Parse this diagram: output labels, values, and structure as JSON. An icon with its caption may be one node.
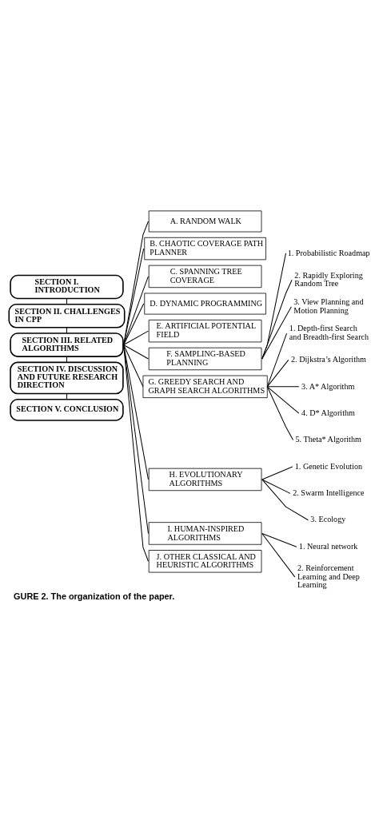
{
  "diagram": {
    "caption": "GURE 2. The organization of the paper.",
    "nodes": [
      {
        "text": [
          "SECTION I. INTRODUCTION"
        ]
      },
      {
        "text": [
          "SECTION II. CHALLENGES IN CPP"
        ]
      },
      {
        "text": [
          "SECTION III. RELATED ALGORITHMS"
        ]
      },
      {
        "text": [
          "A. RANDOM WALK"
        ]
      },
      {
        "text": [
          "B. CHAOTIC COVERAGE PATH PLANNER"
        ]
      },
      {
        "text": [
          "C. SPANNING TREE COVERAGE"
        ]
      },
      {
        "text": [
          "D. DYNAMIC PROGRAMMING"
        ]
      },
      {
        "text": [
          "E. ARTIFICIAL POTENTIAL FIELD"
        ]
      },
      {
        "text": [
          "F. SAMPLING-BASED PLANNING"
        ]
      },
      {
        "text": [
          "1. Probabilistic Roadmap"
        ]
      },
      {
        "text": [
          "2. Rapidly Exploring Random Tree"
        ]
      },
      {
        "text": [
          "3. View Planning and Motion Planning"
        ]
      },
      {
        "text": [
          "G. GREEDY SEARCH AND GRAPH SEARCH ALGORITHMS"
        ]
      },
      {
        "text": [
          "1. Depth-first Search and Breadth-first Search"
        ]
      },
      {
        "text": [
          "2. Dijkstra’s Algorithm"
        ]
      },
      {
        "text": [
          "3. A* Algorithm"
        ]
      },
      {
        "text": [
          "4. D* Algorithm"
        ]
      },
      {
        "text": [
          "5. Theta* Algorithm"
        ]
      },
      {
        "text": [
          "H. EVOLUTIONARY ALGORITHMS"
        ]
      },
      {
        "text": [
          "1. Genetic Evolution"
        ]
      },
      {
        "text": [
          "2. Swarm Intelligence"
        ]
      },
      {
        "text": [
          "3. Ecology"
        ]
      },
      {
        "text": [
          "I. HUMAN-INSPIRED ALGORITHMS"
        ]
      },
      {
        "text": [
          "1. Neural network"
        ]
      },
      {
        "text": [
          "2. Reinforcement Learning and Deep Learning"
        ]
      },
      {
        "text": [
          "J. OTHER CLASSICAL AND HEURISTIC ALGORITHMS"
        ]
      },
      {
        "text": [
          "SECTION IV. DISCUSSION AND FUTURE RESEARCH DIRECTION"
        ]
      },
      {
        "text": [
          "SECTION V. CONCLUSION"
        ]
      }
    ],
    "edges": [
      {
        "from": 0,
        "to": 1,
        "arrow": "none"
      },
      {
        "from": 1,
        "to": 2,
        "arrow": "none"
      },
      {
        "from": 2,
        "to": 3,
        "arrow": "none"
      },
      {
        "from": 2,
        "to": 4,
        "arrow": "none"
      },
      {
        "from": 2,
        "to": 5,
        "arrow": "none"
      },
      {
        "from": 2,
        "to": 6,
        "arrow": "none"
      },
      {
        "from": 2,
        "to": 7,
        "arrow": "none"
      },
      {
        "from": 2,
        "to": 8,
        "arrow": "none"
      },
      {
        "from": 8,
        "to": 9,
        "arrow": "none"
      },
      {
        "from": 8,
        "to": 10,
        "arrow": "none"
      },
      {
        "from": 8,
        "to": 11,
        "arrow": "none"
      },
      {
        "from": 2,
        "to": 12,
        "arrow": "none"
      },
      {
        "from": 12,
        "to": 13,
        "arrow": "none"
      },
      {
        "from": 12,
        "to": 14,
        "arrow": "none"
      },
      {
        "from": 12,
        "to": 15,
        "arrow": "none"
      },
      {
        "from": 12,
        "to": 16,
        "arrow": "none"
      },
      {
        "from": 12,
        "to": 17,
        "arrow": "none"
      },
      {
        "from": 2,
        "to": 18,
        "arrow": "none"
      },
      {
        "from": 18,
        "to": 19,
        "arrow": "none"
      },
      {
        "from": 18,
        "to": 20,
        "arrow": "none"
      },
      {
        "from": 18,
        "to": 21,
        "arrow": "none"
      },
      {
        "from": 2,
        "to": 22,
        "arrow": "none"
      },
      {
        "from": 22,
        "to": 23,
        "arrow": "none"
      },
      {
        "from": 22,
        "to": 24,
        "arrow": "none"
      },
      {
        "from": 2,
        "to": 25,
        "arrow": "none"
      },
      {
        "from": 2,
        "to": 26,
        "arrow": "none"
      },
      {
        "from": 26,
        "to": 27,
        "arrow": "none"
      }
    ]
  }
}
